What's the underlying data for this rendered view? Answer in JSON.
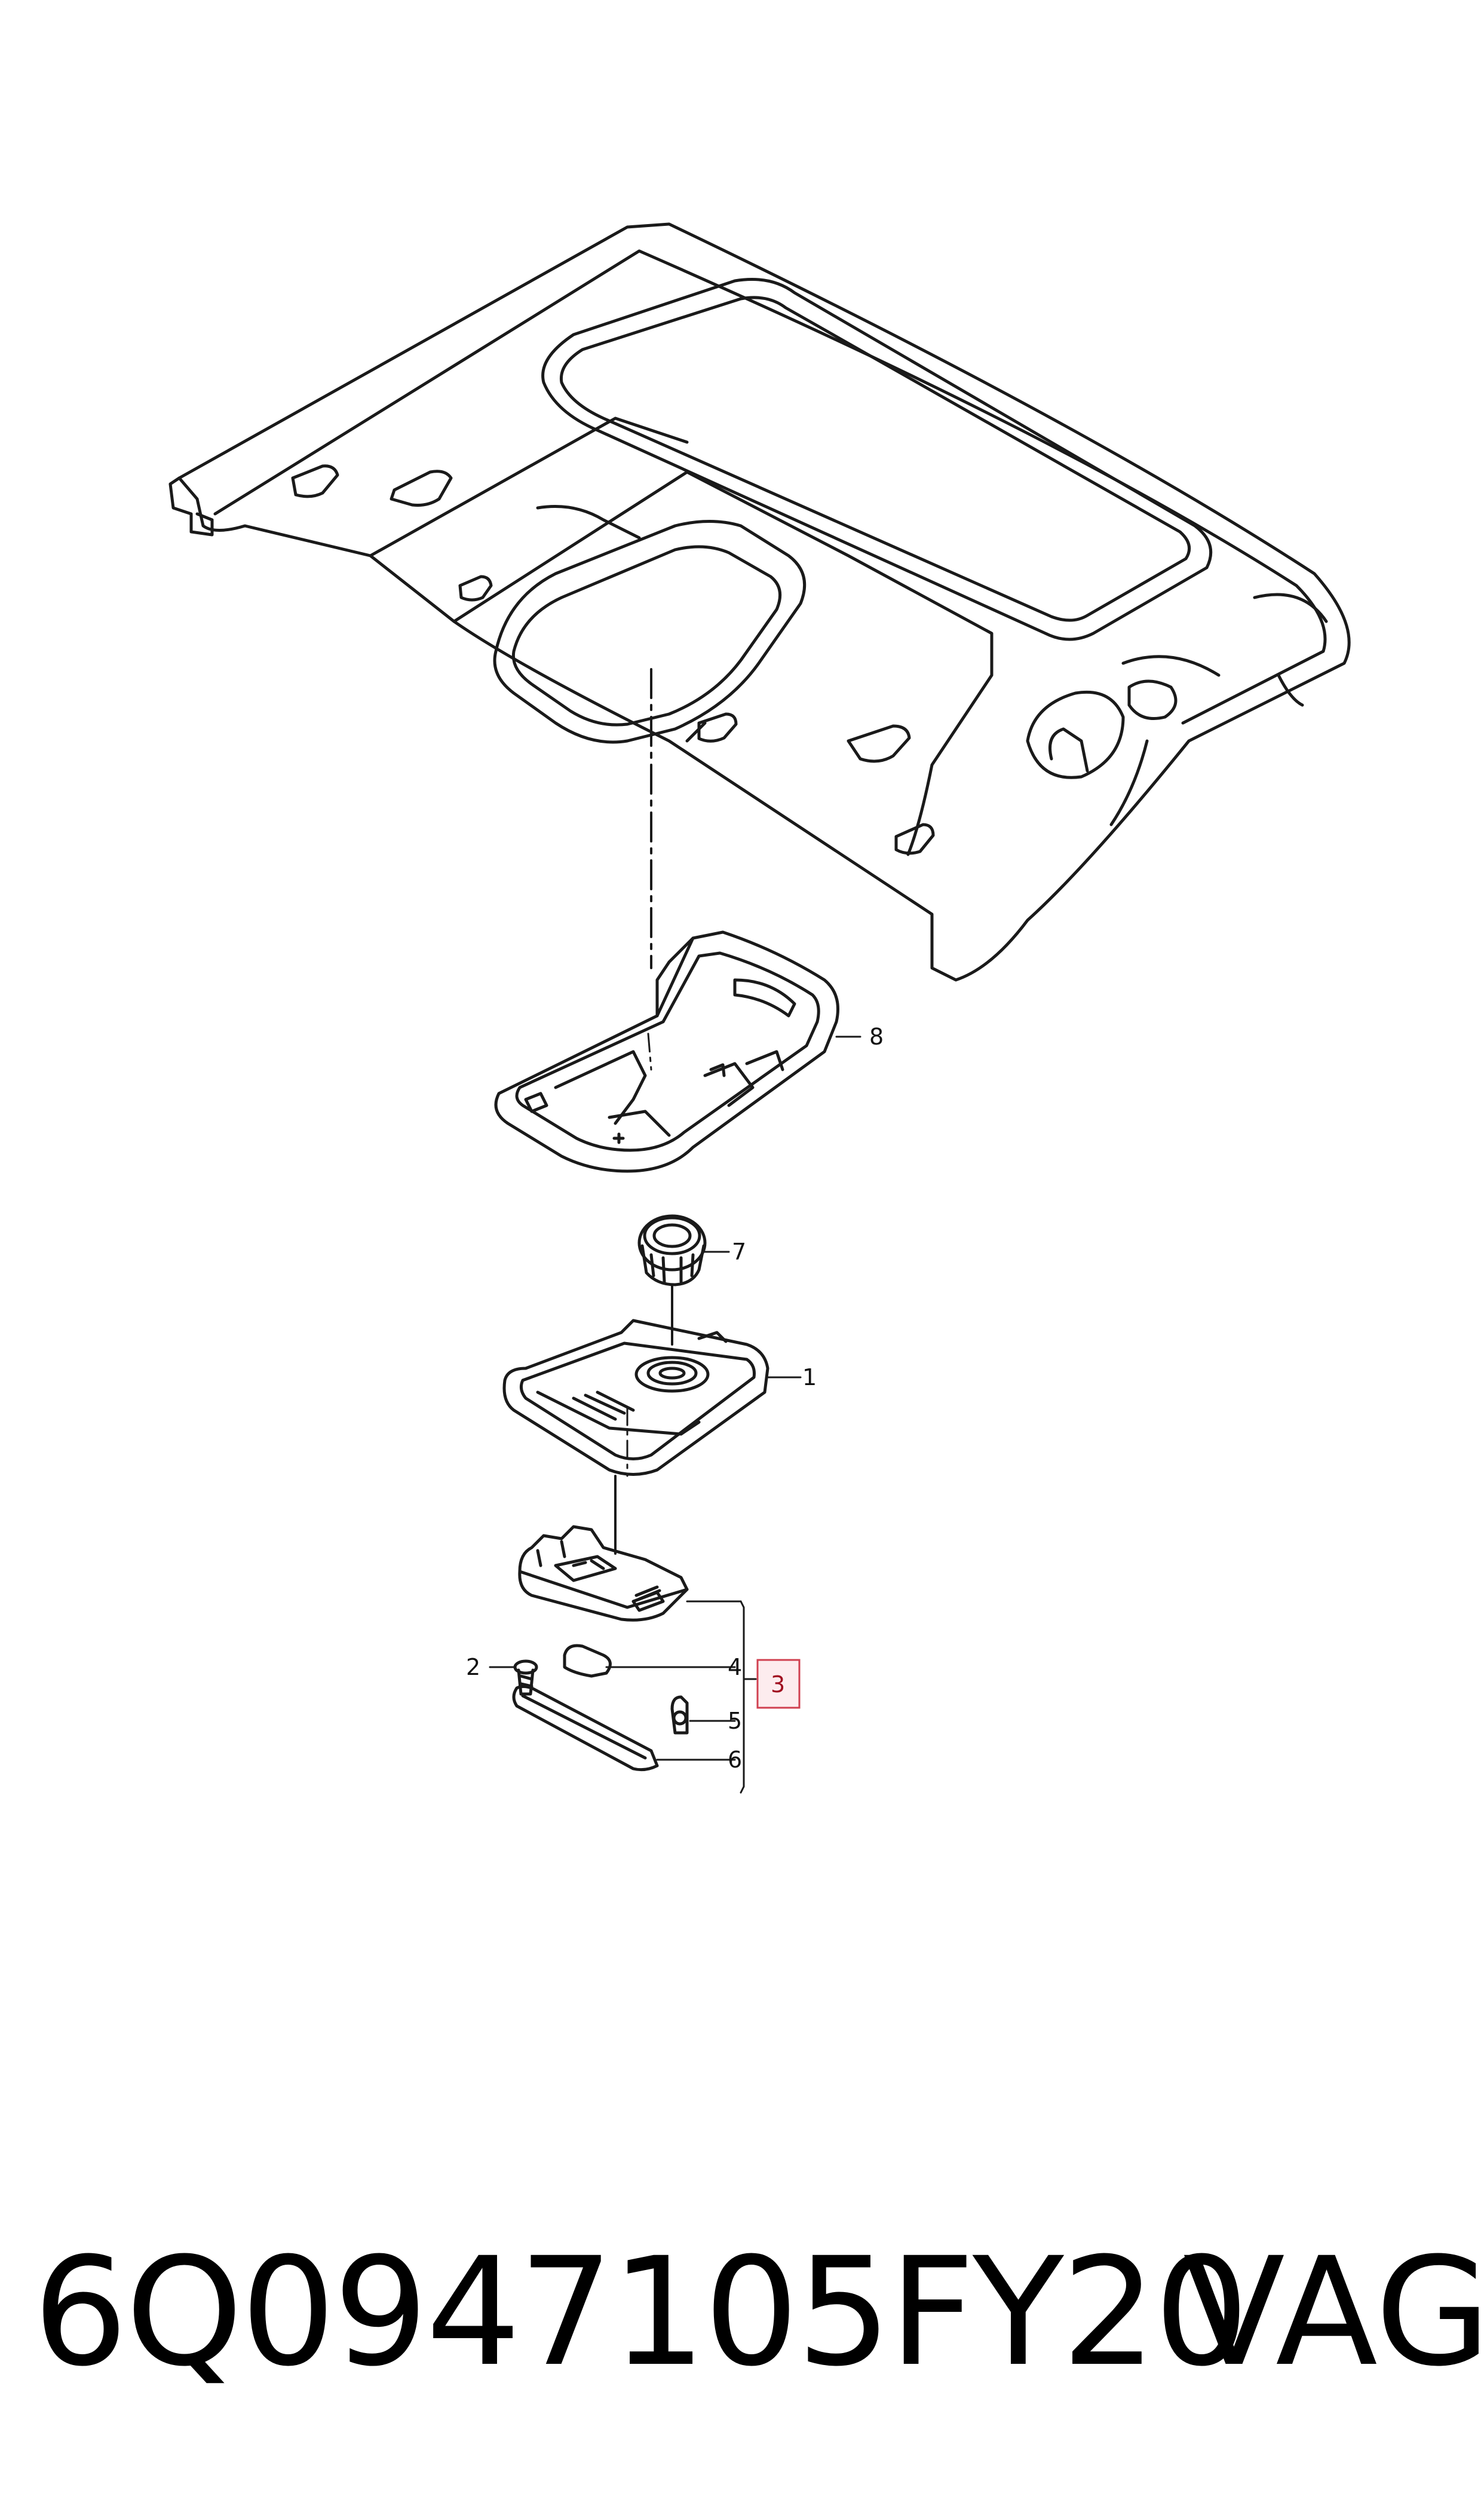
{
  "callouts": {
    "c1": "1",
    "c2": "2",
    "c3": "3",
    "c4": "4",
    "c5": "5",
    "c6": "6",
    "c7": "7",
    "c8": "8"
  },
  "footer": {
    "part_number": "6Q0947105FY20",
    "brand": "VAG"
  },
  "colors": {
    "line": "#1a1a1a",
    "part_fill": "#ffffff",
    "highlight_border": "#d04050",
    "highlight_fill": "#fdecee"
  }
}
